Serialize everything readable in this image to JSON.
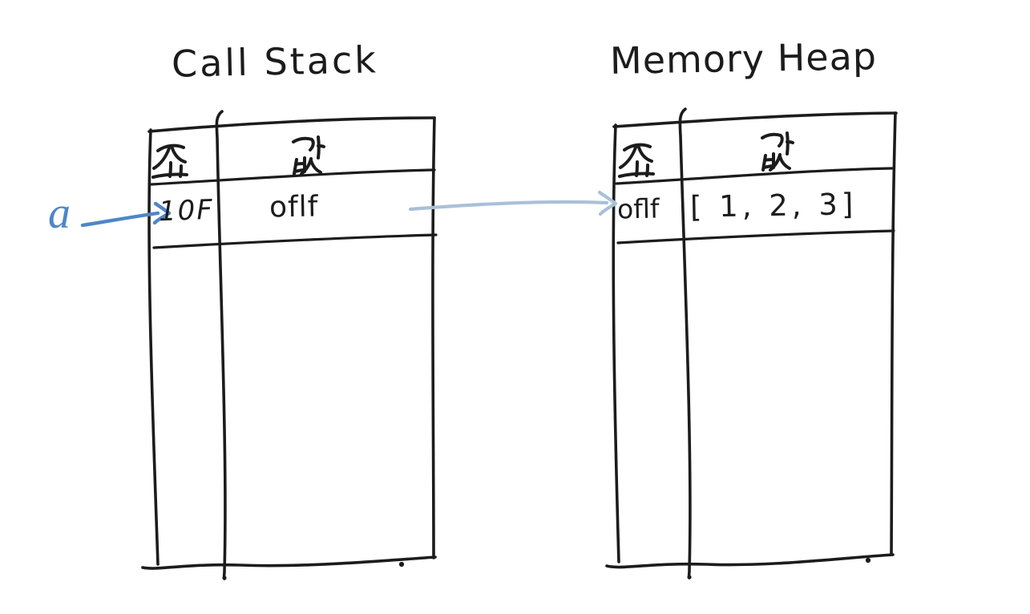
{
  "diagram": {
    "call_stack": {
      "title": "Call Stack",
      "columns": {
        "address": "주소",
        "value": "값"
      },
      "row": {
        "address": "10F",
        "value": "oflf"
      }
    },
    "memory_heap": {
      "title": "Memory Heap",
      "columns": {
        "address": "주소",
        "value": "값"
      },
      "row": {
        "address": "oflf",
        "value": "[ 1, 2, 3]"
      }
    },
    "variable": {
      "label": "a"
    },
    "colors": {
      "ink": "#1c1c1c",
      "variable_blue": "#4e86c8",
      "reference_arrow_blue": "#a9c0d8",
      "background": "#ffffff"
    }
  }
}
